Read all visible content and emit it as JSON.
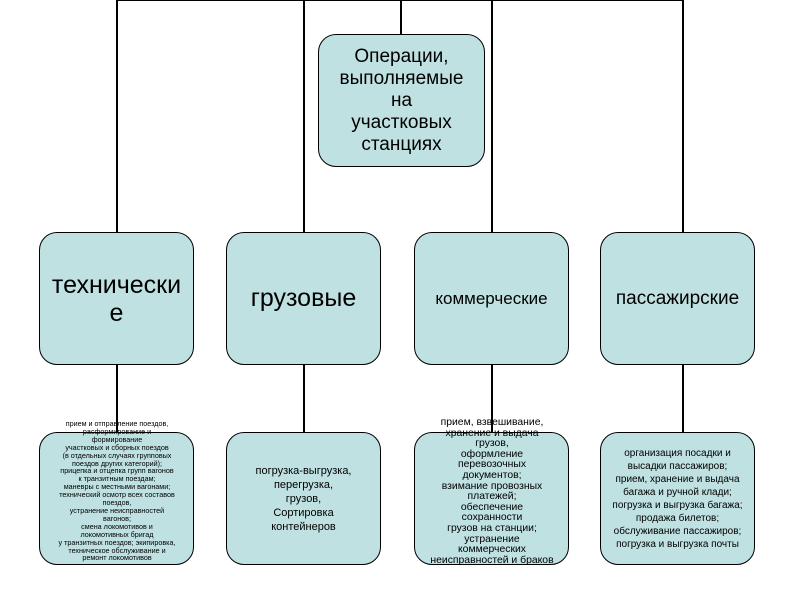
{
  "root": {
    "label": "Операции,\nвыполняемые\nна\nучастковых\nстанциях"
  },
  "categories": [
    {
      "label": "технические"
    },
    {
      "label": "грузовые"
    },
    {
      "label": "коммерческие"
    },
    {
      "label": "пассажирские"
    }
  ],
  "details": [
    {
      "text": "прием и отправление поездов,\nрасформирование и\nформирование\nучастковых и сборных поездов\n(в отдельных случаях групповых\nпоездов других категорий);\nприцепка и отцепка групп вагонов\nк транзитным поездам;\nманевры с местными вагонами;\nтехнический осмотр всех составов\nпоездов,\nустранение неисправностей\nвагонов;\nсмена локомотивов и\nлокомотивных бригад\nу транзитных поездов; экипировка,\nтехническое обслуживание и\nремонт локомотивов"
    },
    {
      "text": "погрузка-выгрузка,\nперегрузка,\nгрузов,\nСортировка\nконтейнеров"
    },
    {
      "text": "прием, взвешивание,\nхранение и выдача\nгрузов,\nоформление\nперевозочных\nдокументов;\nвзимание провозных\nплатежей;\nобеспечение\nсохранности\nгрузов на станции;\nустранение\nкоммерческих\nнеисправностей и браков"
    },
    {
      "text": "организация посадки и\nвысадки пассажиров;\nприем, хранение и выдача\nбагажа и ручной клади;\nпогрузка и выгрузка багажа;\nпродажа билетов;\nобслуживание пассажиров;\nпогрузка и выгрузка почты"
    }
  ],
  "colors": {
    "box_fill": "#bfe1e1",
    "stroke": "#000000"
  }
}
